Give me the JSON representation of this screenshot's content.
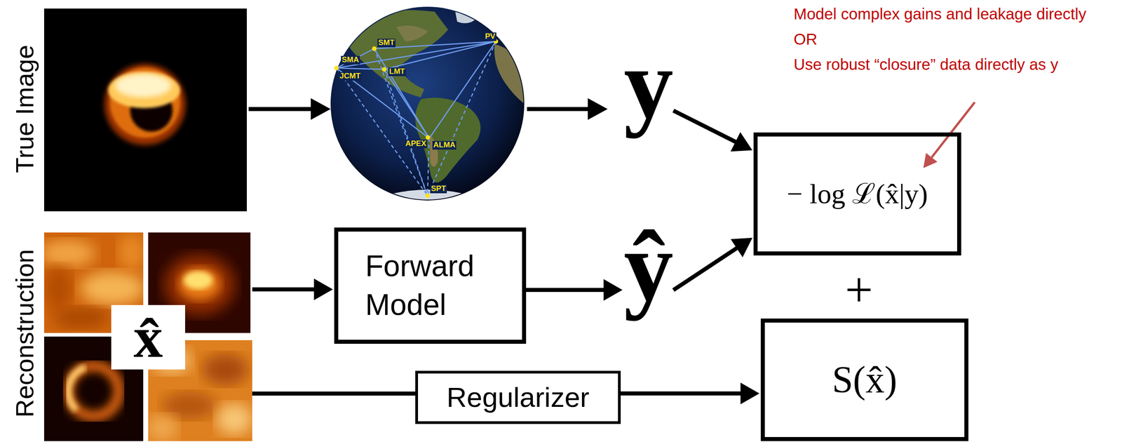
{
  "diagram": {
    "nodes": [
      {
        "text": [
          "y"
        ]
      },
      {
        "text": [
          "− log ℒ(x̂|y)"
        ]
      },
      {
        "text": [
          "x̂"
        ]
      },
      {
        "text": [
          "Forward Model"
        ]
      },
      {
        "text": [
          "ŷ"
        ]
      },
      {
        "text": [
          "Regularizer"
        ]
      },
      {
        "text": [
          "S(x̂)"
        ]
      }
    ],
    "edges": [
      {
        "from": 0,
        "to": 1,
        "arrow": "to"
      },
      {
        "from": 4,
        "to": 1,
        "arrow": "to"
      },
      {
        "from": 2,
        "to": 3,
        "arrow": "to"
      },
      {
        "from": 3,
        "to": 4,
        "arrow": "to"
      },
      {
        "from": 2,
        "to": 5,
        "arrow": "none"
      },
      {
        "from": 5,
        "to": 6,
        "arrow": "to"
      }
    ],
    "labels": [
      "True Image",
      "Reconstruction",
      "SMT",
      "SMA",
      "JCMT",
      "LMT",
      "PV",
      "APEX",
      "ALMA",
      "SPT",
      "Model complex gains and leakage directly",
      "OR",
      "Use robust “closure” data directly as y",
      "+"
    ]
  }
}
